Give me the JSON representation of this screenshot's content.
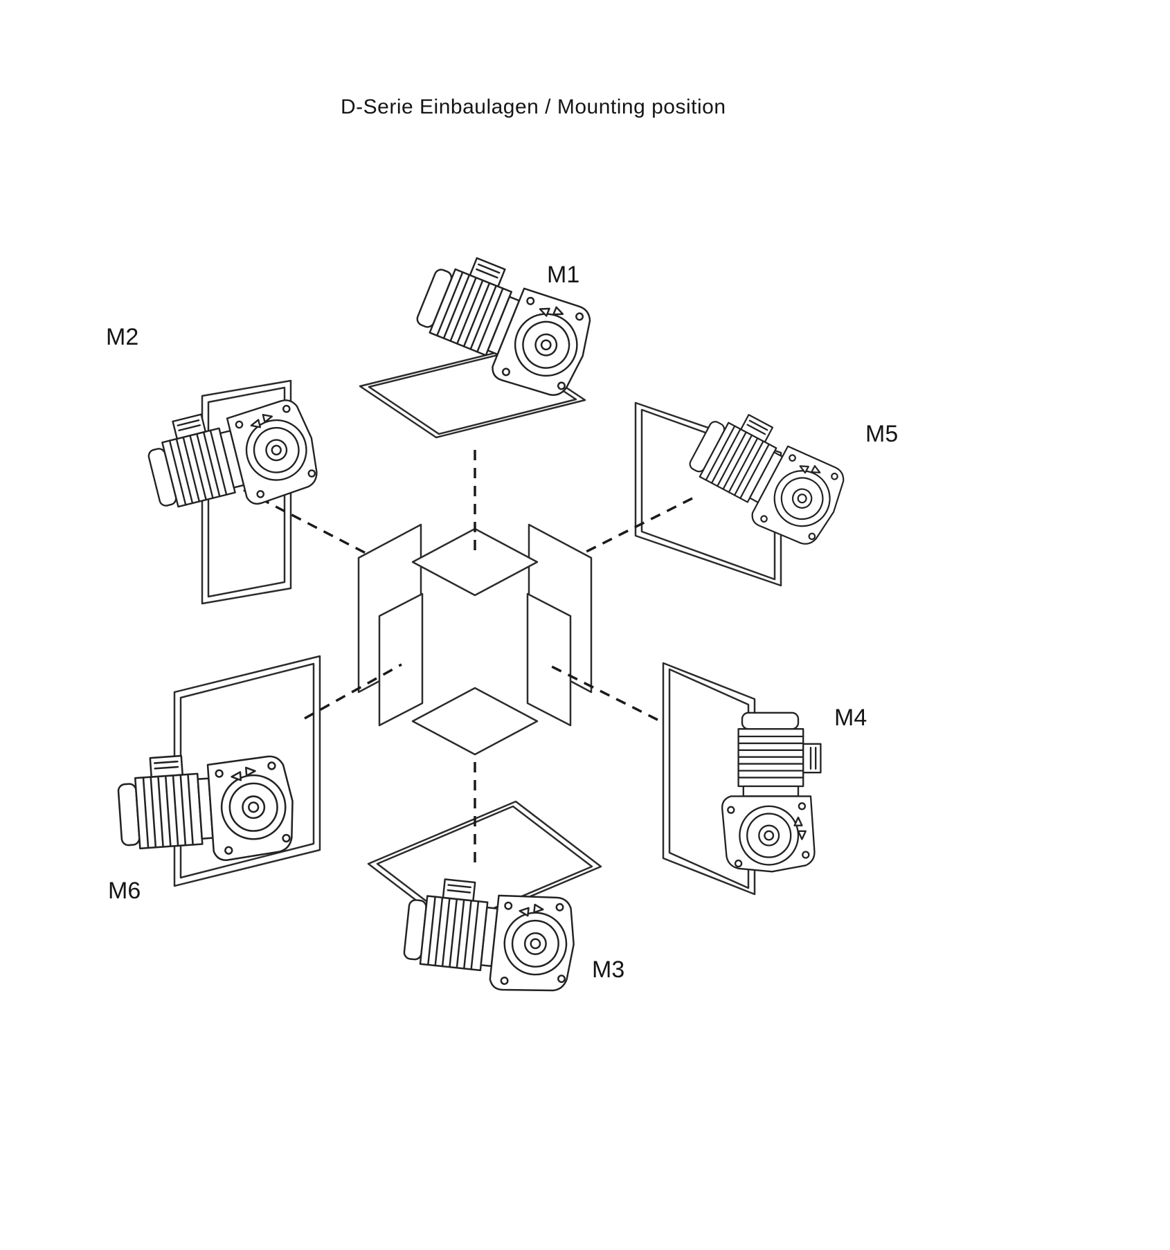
{
  "title": "D-Serie Einbaulagen / Mounting position",
  "labels": {
    "m1": "M1",
    "m2": "M2",
    "m3": "M3",
    "m4": "M4",
    "m5": "M5",
    "m6": "M6"
  },
  "colors": {
    "line": "#222222",
    "panel_line": "#2b2b2b",
    "background": "#ffffff"
  }
}
